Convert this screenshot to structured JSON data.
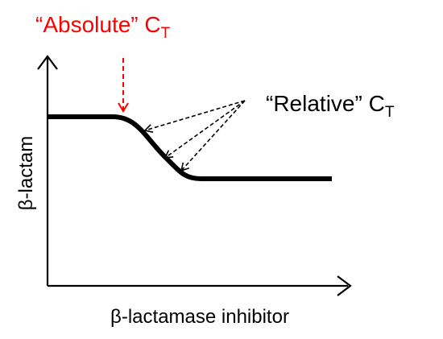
{
  "labels": {
    "absolute_prefix": "“Absolute” C",
    "absolute_subscript": "T",
    "relative_prefix": "“Relative” C",
    "relative_subscript": "T",
    "x_axis": "β-lactamase inhibitor",
    "y_axis": "β-lactam"
  },
  "colors": {
    "absolute": "#ff0000",
    "ink": "#000000",
    "background": "#ffffff"
  }
}
